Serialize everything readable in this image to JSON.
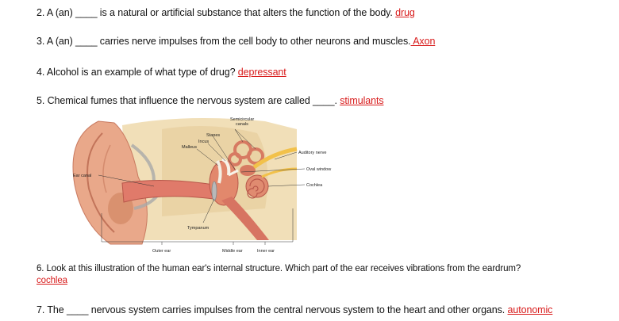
{
  "questions": [
    {
      "id": "q2",
      "text": "2. A (an) ____ is a natural or artificial substance that alters the function of the body.",
      "answer": "drug"
    },
    {
      "id": "q3",
      "text": "3. A (an) ____ carries nerve impulses from the cell body to other neurons and muscles.",
      "answer": " Axon"
    },
    {
      "id": "q4",
      "text": "4. Alcohol is an example of what type of drug?",
      "answer": "depressant"
    },
    {
      "id": "q5",
      "text": "5. Chemical fumes that influence the nervous system are called ____.",
      "answer": "stimulants"
    },
    {
      "id": "q6",
      "text": "6. Look at this illustration of the human ear's internal structure. Which part of the ear receives vibrations from the eardrum?",
      "answer": "cochlea"
    },
    {
      "id": "q7",
      "text": "7. The ____ nervous system carries impulses from the central nervous system to the heart and other organs.",
      "answer": "autonomic"
    }
  ],
  "figure": {
    "labels": {
      "semicircular_1": "Semicircular",
      "semicircular_2": "canals",
      "stapes": "Stapes",
      "incus": "Incus",
      "malleus": "Malleus",
      "auditory_nerve": "Auditory nerve",
      "oval_window": "Oval window",
      "cochlea": "Cochlea",
      "ear_canal": "Ear canal",
      "tympanum": "Tympanum",
      "outer_ear": "Outer ear",
      "middle_ear": "Middle ear",
      "inner_ear": "Inner ear"
    }
  }
}
